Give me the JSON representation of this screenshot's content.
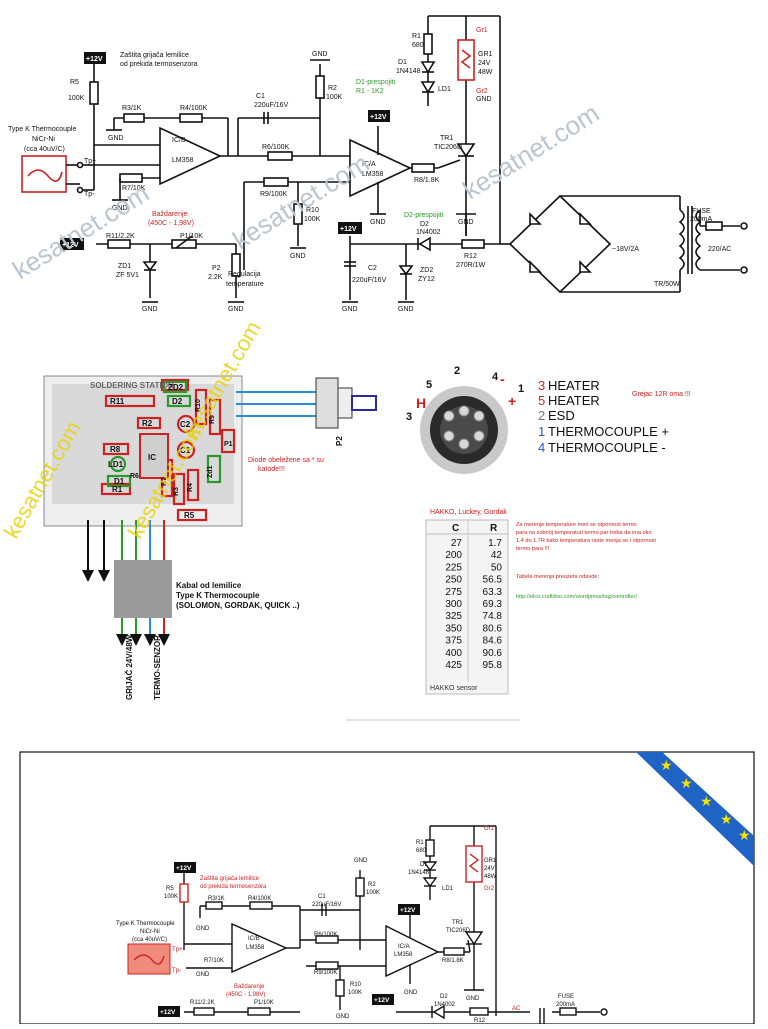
{
  "schematic": {
    "supply": "+12V",
    "gnd": "GND",
    "title_protect": "Zaštita grijača lemilice",
    "title_protect2": "od prekida termosenzora",
    "r5": "R5",
    "r5v": "100K",
    "tc1": "Type K Thermocouple",
    "tc2": "NiCr-Ni",
    "tc3": "(cca 40uV/C)",
    "tp_plus": "Tp+",
    "tp_minus": "Tp-",
    "r3": "R3/1K",
    "r4": "R4/100K",
    "ic_b": "IC/B",
    "ic_a": "IC/A",
    "lm358": "LM358",
    "r7": "R7/10K",
    "c1": "C1",
    "c1v": "220uF/16V",
    "r6": "R6/100K",
    "r2": "R2",
    "r2v": "100K",
    "r9": "R9/100K",
    "r10": "R10",
    "r10v": "100K",
    "r8": "R8/1.8K",
    "r1": "R1",
    "r1v": "680",
    "d1": "D1",
    "d1v": "1N4148",
    "ld1": "LD1",
    "d1_note1": "D1-prespojiti",
    "d1_note2": "R1 - 1K2",
    "gr1": "GR1",
    "gr1a": "24V",
    "gr1b": "48W",
    "gr1_top": "Gr1",
    "gr1_bot": "Gr2",
    "tr1": "TR1",
    "tr1v": "TIC206D",
    "cal1": "Baždarenje",
    "cal2": "(450C - 1,98V)",
    "r11": "R11/2.2K",
    "p1": "P1/10K",
    "zd1": "ZD1",
    "zd1v": "ZF 5V1",
    "p2": "P2",
    "p2v": "2.2K",
    "reg1": "Regulacija",
    "reg2": "temperature",
    "c2": "C2",
    "c2v": "220uF/16V",
    "zd2": "ZD2",
    "zd2v": "ZY12",
    "d2_note": "D2-prespojiti",
    "d2": "D2",
    "d2v": "1N4002",
    "r12": "R12",
    "r12v": "270R/1W",
    "fuse": "FUSE",
    "fusev": "200mA",
    "acv": "~18V/2A",
    "mains": "220/AC",
    "tr": "TR/50W",
    "watermark": "kesatnet.com"
  },
  "pcb": {
    "title": "SOLDERING STATION",
    "labels": [
      "ZD2",
      "D2",
      "R10",
      "R11",
      "R9",
      "R2",
      "C2",
      "C1",
      "R8",
      "IC",
      "R6",
      "LD1",
      "D1",
      "R1",
      "R7",
      "R3",
      "R4",
      "Zd1",
      "R5",
      "P1"
    ],
    "diode_note1": "Diode obeležene sa * su",
    "diode_note2": "katode!!!",
    "p2": "P2",
    "cable1": "Kabal od lemilice",
    "cable2": "Type K Thermocouple",
    "cable3": "(SOLOMON, GORDAK, QUICK ..)",
    "out1": "GRIJAČ 24V/48W",
    "out2": "TERMO-SENZOR"
  },
  "connector": {
    "pin_labels": [
      "5",
      "2",
      "4",
      "1",
      "3"
    ],
    "h": "H",
    "plus": "+",
    "minus": "-",
    "legend": [
      {
        "num": "3",
        "text": "HEATER"
      },
      {
        "num": "5",
        "text": "HEATER"
      },
      {
        "num": "2",
        "text": "ESD"
      },
      {
        "num": "1",
        "text": "THERMOCOUPLE +"
      },
      {
        "num": "4",
        "text": "THERMOCOUPLE -"
      }
    ],
    "heater_note": "Grejac 12R oma !!!"
  },
  "hakko": {
    "brands": "HAKKO, Luckey, Gordak",
    "col_c": "C",
    "col_r": "R",
    "rows": [
      [
        "27",
        "1.7"
      ],
      [
        "200",
        "42"
      ],
      [
        "225",
        "50"
      ],
      [
        "250",
        "56.5"
      ],
      [
        "275",
        "63.3"
      ],
      [
        "300",
        "69.3"
      ],
      [
        "325",
        "74.8"
      ],
      [
        "350",
        "80.6"
      ],
      [
        "375",
        "84.6"
      ],
      [
        "400",
        "90.6"
      ],
      [
        "425",
        "95.8"
      ]
    ],
    "caption": "HAKKO sensor",
    "note1": "Za merenje temperature meri se otpornost termo",
    "note2": "para na sobnoj temperaturi termo par treba da ima oko",
    "note3": "1,4 do 1,7R kako temperatura raste menja se i otpornost",
    "note4": "termo para !!!",
    "note5": "Tabela merenja preuzeta odavde:",
    "link": "http://elco.craftdoo.com/wordpress/tag/controller/"
  },
  "bottom": {
    "supply": "+12V",
    "gnd": "GND",
    "protect1": "Zaštita grijača lemilice",
    "protect2": "od prekida termosenzora",
    "r5": "R5",
    "r5v": "100K",
    "tc1": "Type K Thermocouple",
    "tc2": "NiCr-Ni",
    "tc3": "(cca 40uV/C)",
    "tp_plus": "Tp+",
    "tp_minus": "Tp-",
    "r3": "R3/1K",
    "r4": "R4/100K",
    "c1": "C1",
    "c1v": "220uF/16V",
    "r2": "R2",
    "r2v": "100K",
    "ic_b": "IC/B",
    "ic_a": "IC/A",
    "lm358": "LM358",
    "r6": "R6/100K",
    "r7": "R7/10K",
    "r9": "R9/100K",
    "r10": "R10",
    "r10v": "100K",
    "r8": "R8/1.8K",
    "r1": "R1",
    "r1v": "680",
    "d1": "D1",
    "d1v": "1N4148",
    "ld1": "LD1",
    "gr1": "GR1",
    "gr1a": "24V",
    "gr1b": "48W",
    "gr1_top": "Gr1",
    "gr1_bot": "Gr2",
    "tr1": "TR1",
    "tr1v": "TIC206D",
    "cal1": "Baždarenje",
    "cal2": "(450C - 1,98V)",
    "r11": "R11/2.2K",
    "p1": "P1/10K",
    "d2": "D2",
    "d2v": "1N4002",
    "r12": "R12",
    "ac": "AC",
    "fuse": "FUSE",
    "fusev": "200mA"
  }
}
